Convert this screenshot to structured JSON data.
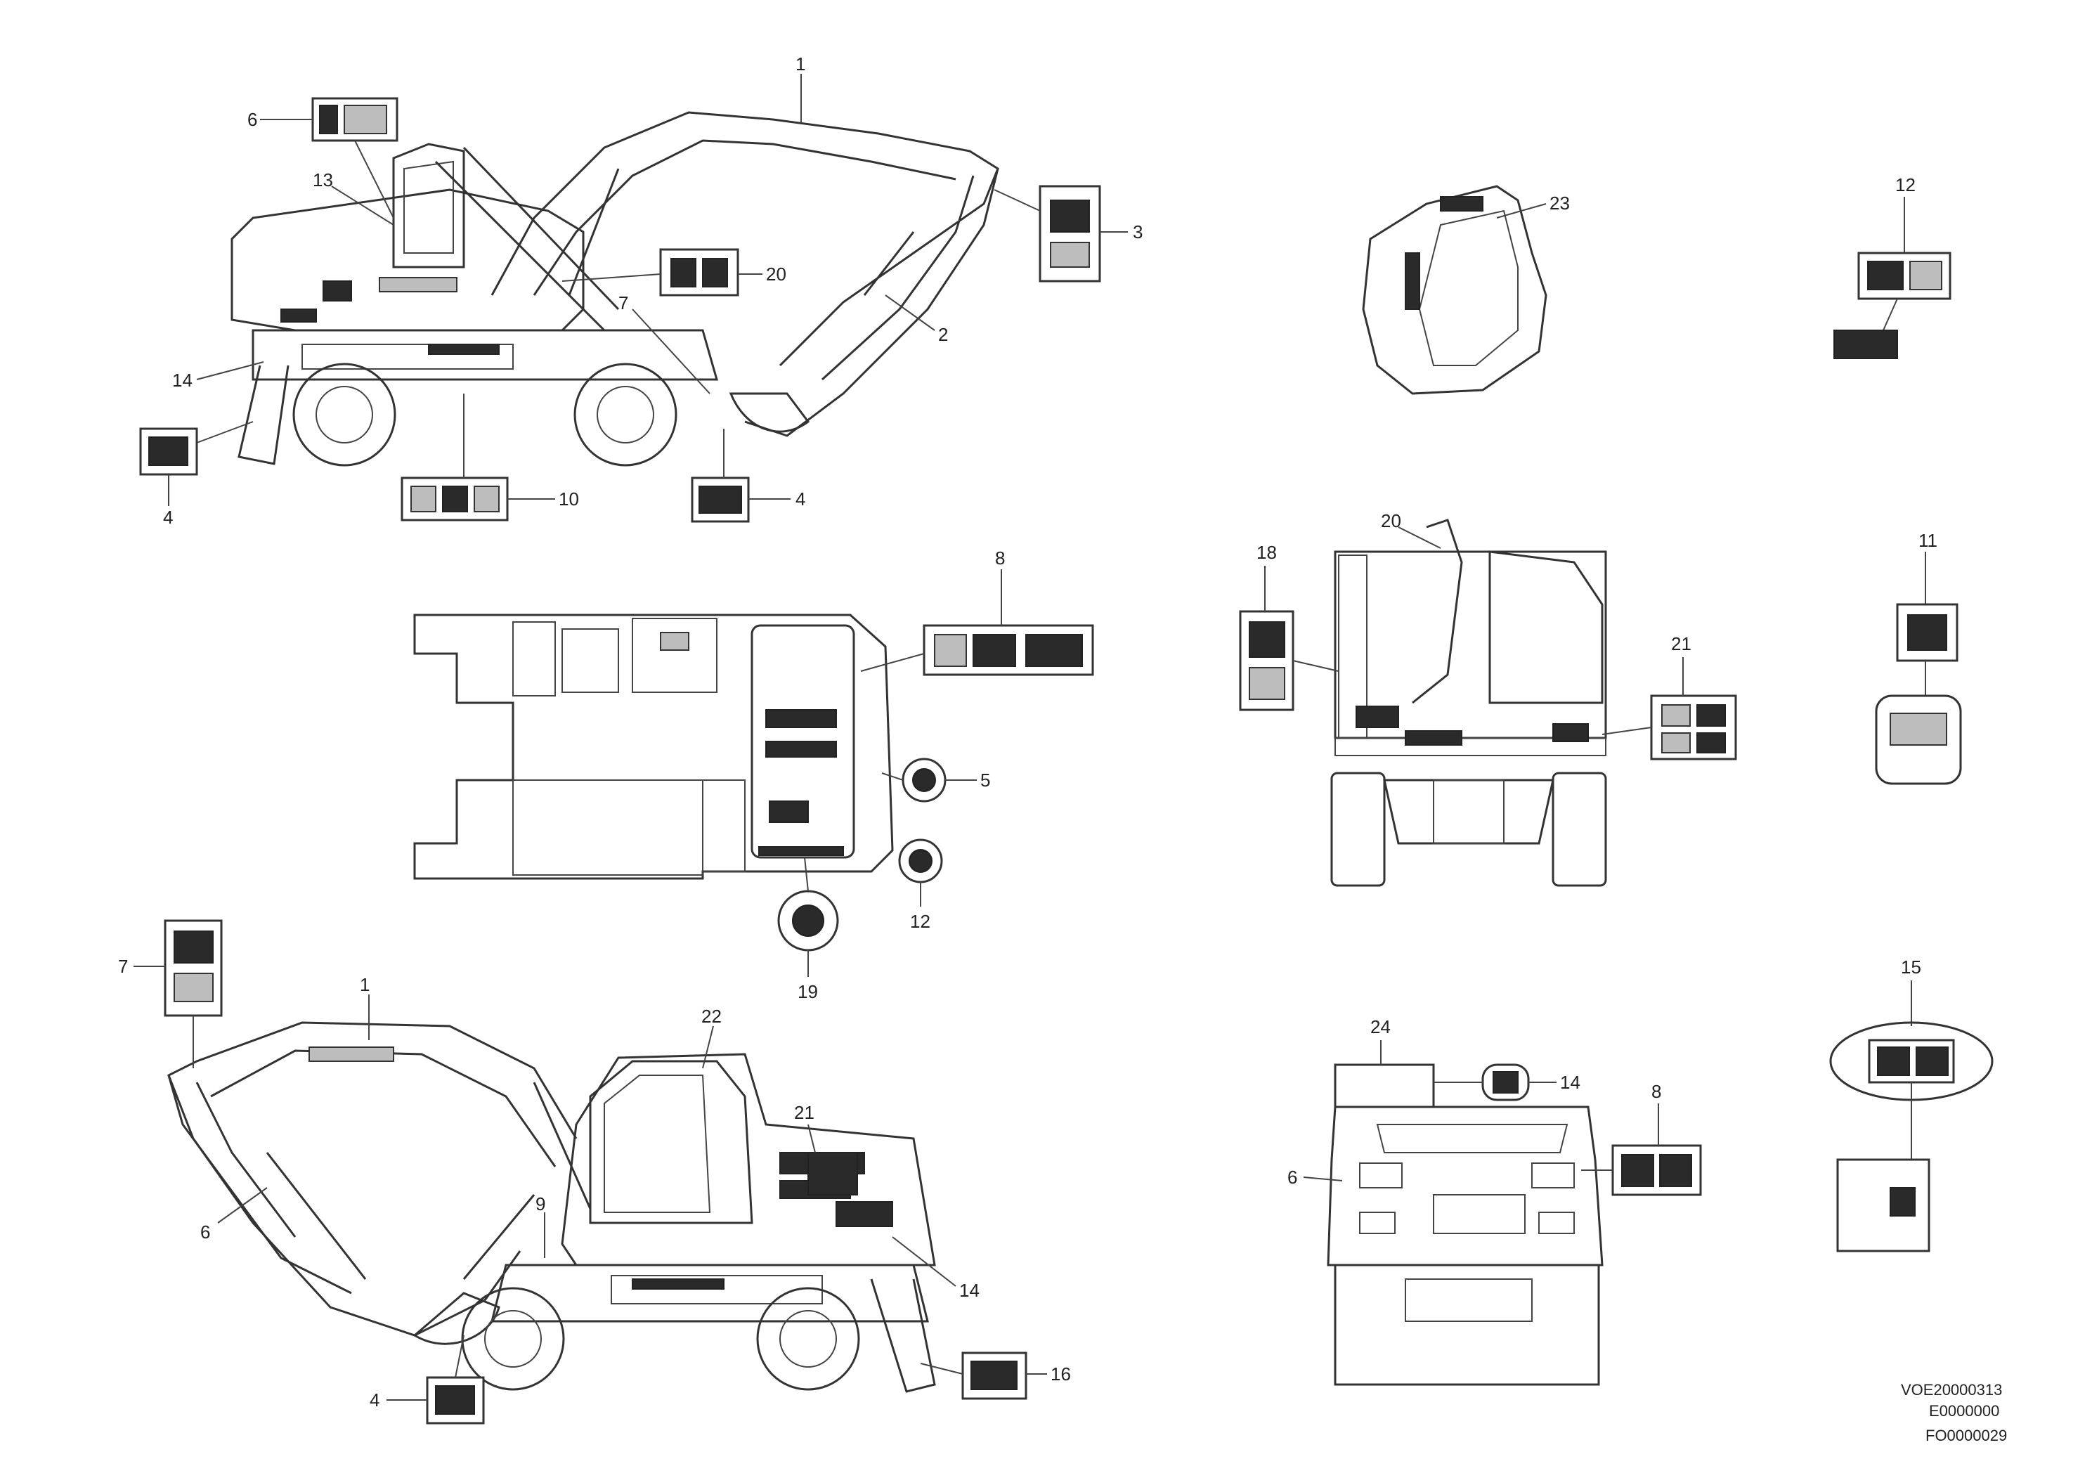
{
  "diagram": {
    "labels": {
      "v1_top": "1",
      "v1_left": "6",
      "v1_13": "13",
      "v1_right": "3",
      "v1_20": "20",
      "v1_2": "2",
      "v1_7": "7",
      "v1_14": "14",
      "v1_4": "4",
      "v1_10": "10",
      "v1_4b": "4",
      "v2_8": "8",
      "v2_5": "5",
      "v2_12": "12",
      "v2_19": "19",
      "v3_7": "7",
      "v3_1": "1",
      "v3_22": "22",
      "v3_21": "21",
      "v3_6": "6",
      "v3_9": "9",
      "v3_14": "14",
      "v3_16": "16",
      "v3_4": "4",
      "d_23": "23",
      "d_12": "12",
      "d_18": "18",
      "d_20": "20",
      "d_11": "11",
      "d_15": "15",
      "d_21": "21",
      "d_24": "24",
      "d_14": "14",
      "d_8": "8",
      "d_6": "6"
    },
    "reference": {
      "line1": "VOE20000313",
      "line2": "E0000000",
      "line3": "FO0000029"
    }
  }
}
